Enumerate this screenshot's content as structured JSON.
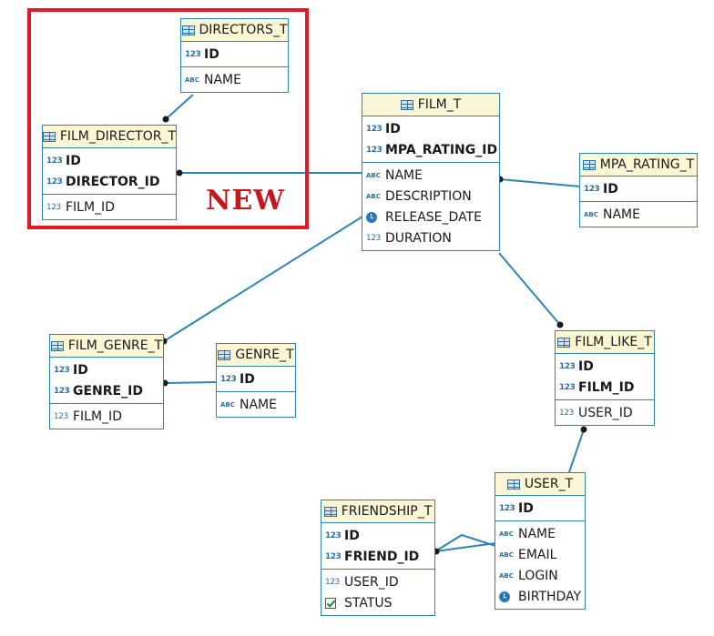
{
  "annotation": {
    "label": "NEW",
    "color": "#e01b24"
  },
  "colors": {
    "border": "#2c86b4",
    "header": "#fbf7d5",
    "link": "#2c86b4"
  },
  "entities": {
    "directors": {
      "title": "DIRECTORS_T",
      "keys": [
        {
          "name": "ID",
          "type": "num"
        }
      ],
      "cols": [
        {
          "name": "NAME",
          "type": "abc"
        }
      ]
    },
    "film_director": {
      "title": "FILM_DIRECTOR_T",
      "keys": [
        {
          "name": "ID",
          "type": "num"
        },
        {
          "name": "DIRECTOR_ID",
          "type": "num"
        }
      ],
      "cols": [
        {
          "name": "FILM_ID",
          "type": "num"
        }
      ]
    },
    "film": {
      "title": "FILM_T",
      "keys": [
        {
          "name": "ID",
          "type": "num"
        },
        {
          "name": "MPA_RATING_ID",
          "type": "num"
        }
      ],
      "cols": [
        {
          "name": "NAME",
          "type": "abc"
        },
        {
          "name": "DESCRIPTION",
          "type": "abc"
        },
        {
          "name": "RELEASE_DATE",
          "type": "clock"
        },
        {
          "name": "DURATION",
          "type": "num-plain"
        }
      ]
    },
    "mpa_rating": {
      "title": "MPA_RATING_T",
      "keys": [
        {
          "name": "ID",
          "type": "num"
        }
      ],
      "cols": [
        {
          "name": "NAME",
          "type": "abc"
        }
      ]
    },
    "film_genre": {
      "title": "FILM_GENRE_T",
      "keys": [
        {
          "name": "ID",
          "type": "num"
        },
        {
          "name": "GENRE_ID",
          "type": "num"
        }
      ],
      "cols": [
        {
          "name": "FILM_ID",
          "type": "num"
        }
      ]
    },
    "genre": {
      "title": "GENRE_T",
      "keys": [
        {
          "name": "ID",
          "type": "num"
        }
      ],
      "cols": [
        {
          "name": "NAME",
          "type": "abc"
        }
      ]
    },
    "film_like": {
      "title": "FILM_LIKE_T",
      "keys": [
        {
          "name": "ID",
          "type": "num"
        },
        {
          "name": "FILM_ID",
          "type": "num"
        }
      ],
      "cols": [
        {
          "name": "USER_ID",
          "type": "num"
        }
      ]
    },
    "user": {
      "title": "USER_T",
      "keys": [
        {
          "name": "ID",
          "type": "num"
        }
      ],
      "cols": [
        {
          "name": "NAME",
          "type": "abc"
        },
        {
          "name": "EMAIL",
          "type": "abc"
        },
        {
          "name": "LOGIN",
          "type": "abc"
        },
        {
          "name": "BIRTHDAY",
          "type": "clock"
        }
      ]
    },
    "friendship": {
      "title": "FRIENDSHIP_T",
      "keys": [
        {
          "name": "ID",
          "type": "num"
        },
        {
          "name": "FRIEND_ID",
          "type": "num"
        }
      ],
      "cols": [
        {
          "name": "USER_ID",
          "type": "num"
        },
        {
          "name": "STATUS",
          "type": "check"
        }
      ]
    }
  },
  "icon_glyphs": {
    "num": "123",
    "abc": "ABC"
  }
}
